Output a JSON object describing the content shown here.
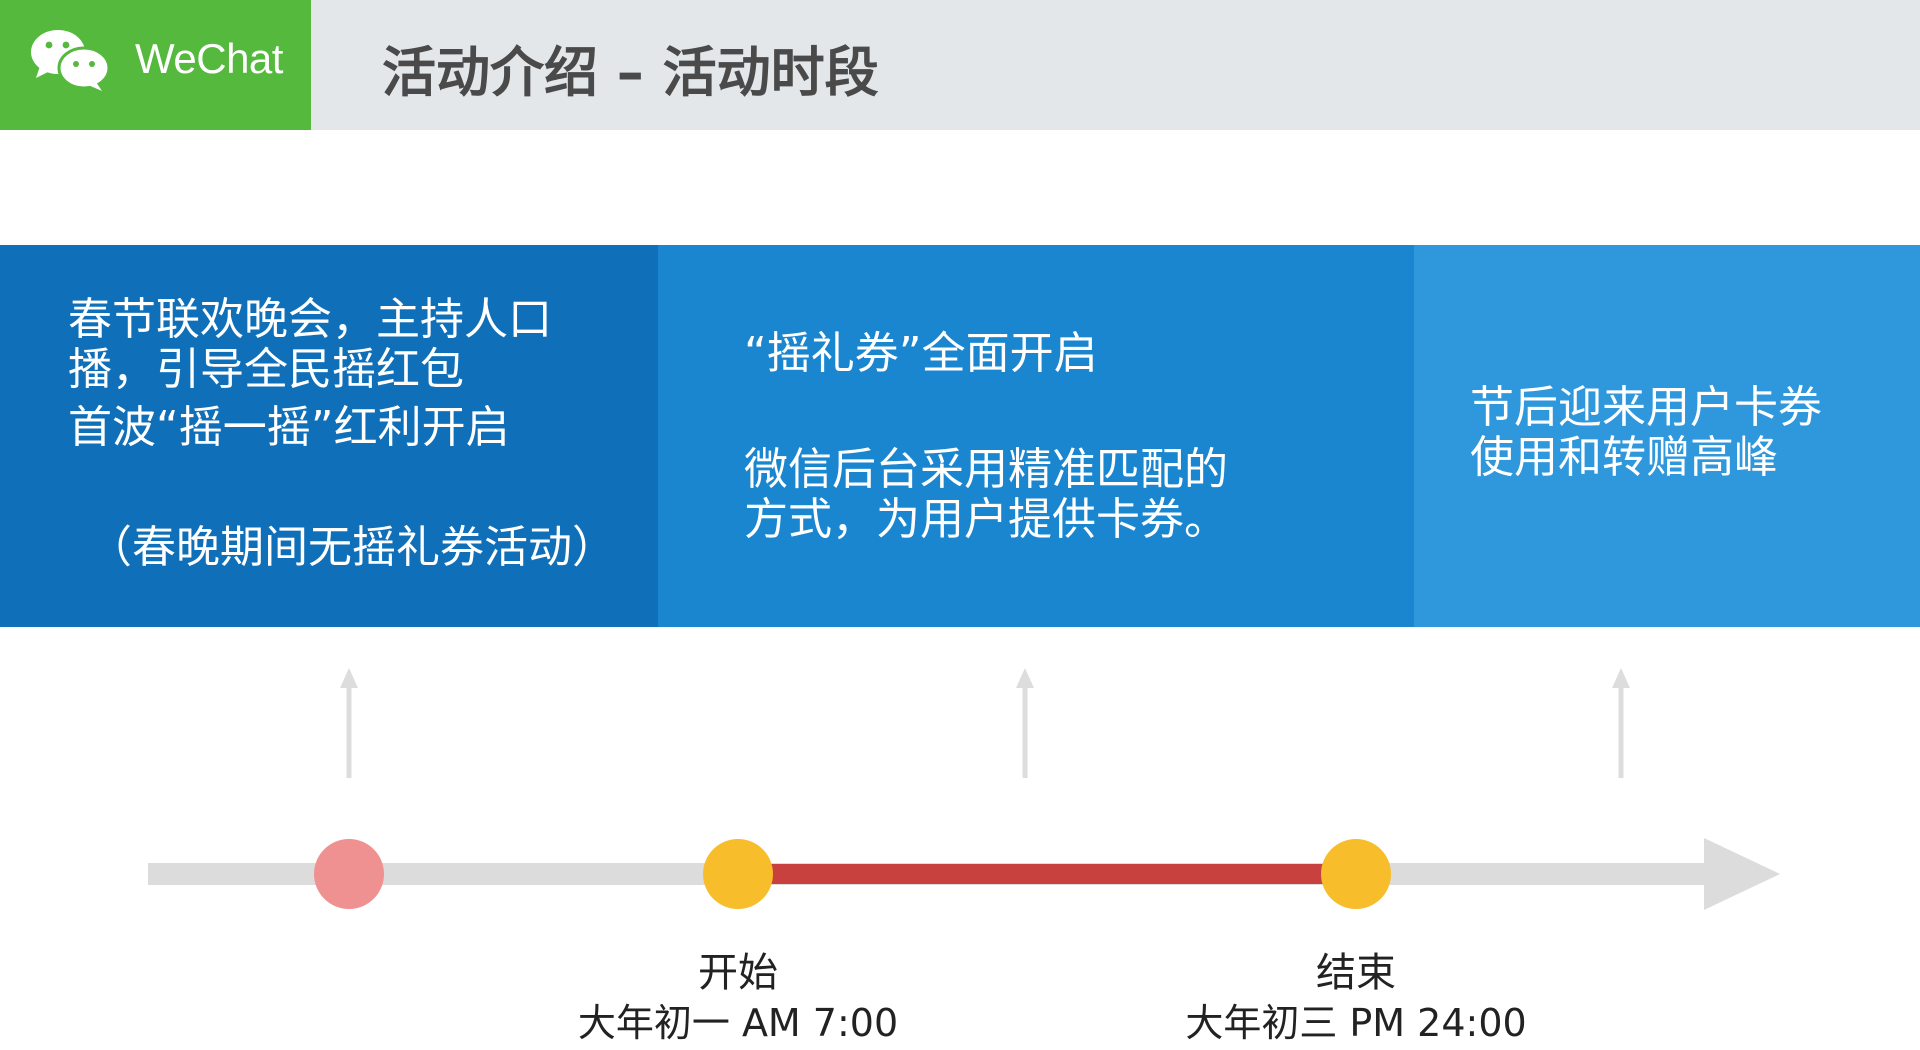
{
  "header": {
    "brand": "WeChat",
    "title": "活动介绍 – 活动时段"
  },
  "panels": [
    {
      "lines": [
        "春节联欢晚会，主持人口",
        "播，引导全民摇红包",
        "首波“摇一摇”红利开启"
      ],
      "note": "（春晚期间无摇礼券活动）"
    },
    {
      "lines": [
        "“摇礼券”全面开启",
        "微信后台采用精准匹配的",
        "方式，为用户提供卡券。"
      ]
    },
    {
      "lines": [
        "节后迎来用户卡券",
        "使用和转赠高峰"
      ]
    }
  ],
  "timeline": {
    "start": {
      "title": "开始",
      "time": "大年初一 AM 7:00"
    },
    "end": {
      "title": "结束",
      "time": "大年初三 PM 24:00"
    }
  },
  "colors": {
    "brand_green": "#54b93c",
    "header_gray": "#e3e7ea",
    "panel_1": "#0f6fb9",
    "panel_2": "#1a86d0",
    "panel_3": "#2f97db",
    "timeline_track": "#dcdcdc",
    "active_segment": "#c8413f",
    "milestone_yellow": "#f7bd2a",
    "marker_pink": "#ef9191",
    "arrow_gray": "#dddddd"
  }
}
